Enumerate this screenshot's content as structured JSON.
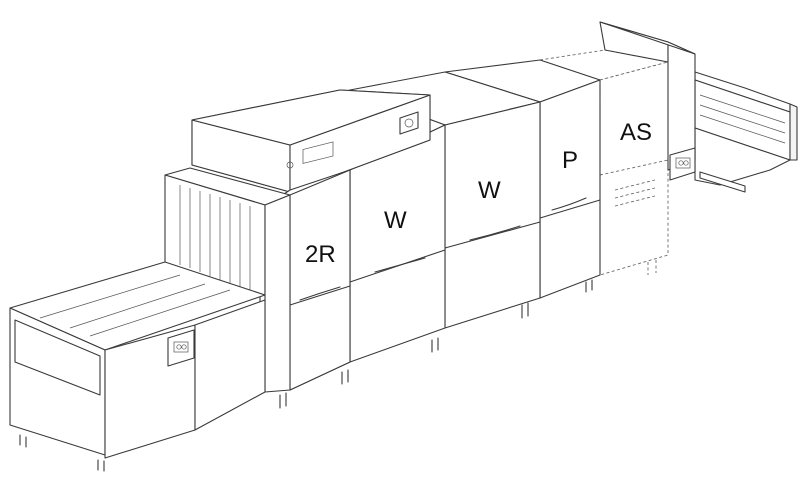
{
  "labels": {
    "zone_2r": "2R",
    "zone_w1": "W",
    "zone_w2": "W",
    "zone_p": "P",
    "zone_as": "AS"
  },
  "colors": {
    "line": "#3a3a3a",
    "dashed": "#6a6a6a",
    "text": "#111111"
  },
  "icons": {
    "control_panel": "control-panel-icon",
    "junction_box": "junction-box-icon"
  }
}
